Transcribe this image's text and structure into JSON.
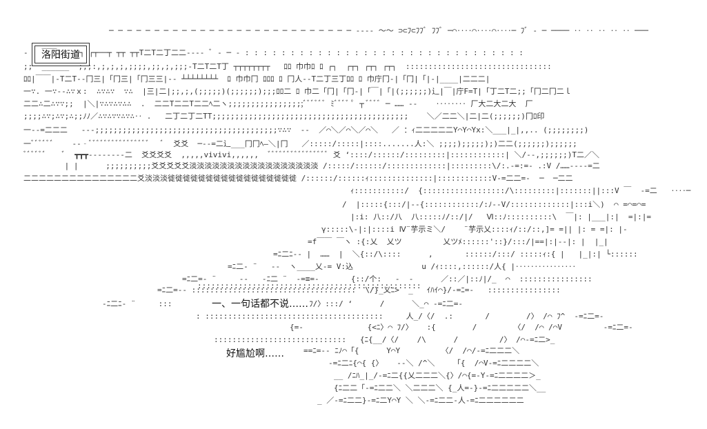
{
  "scene": {
    "location_caption": "洛阳街道",
    "dialogue": [
      "一、一句话都不说……",
      "好尴尬啊……"
    ]
  }
}
